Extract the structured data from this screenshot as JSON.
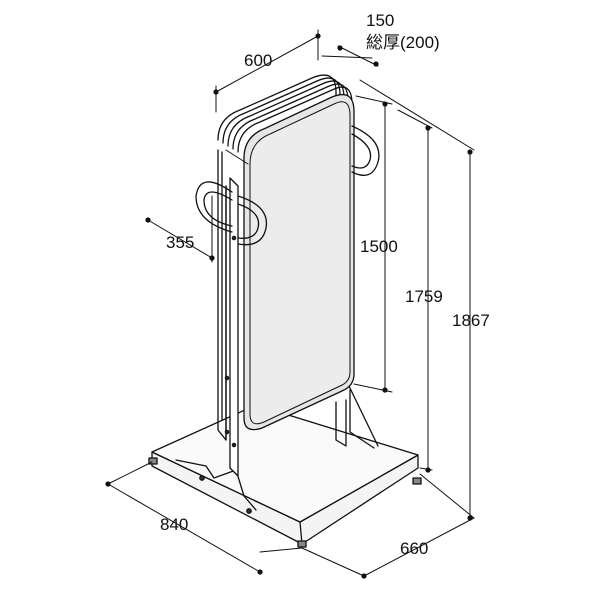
{
  "diagram": {
    "dimensions": {
      "width_top": "600",
      "depth_panel": "150",
      "total_thickness": "総厚(200)",
      "handle_width": "355",
      "panel_height": "1500",
      "frame_height": "1759",
      "total_height": "1867",
      "base_width": "840",
      "base_depth": "660"
    },
    "colors": {
      "line": "#111111",
      "panel_fill": "#e8e8e8",
      "base_fill": "#f2f2f2",
      "background": "#ffffff"
    }
  }
}
